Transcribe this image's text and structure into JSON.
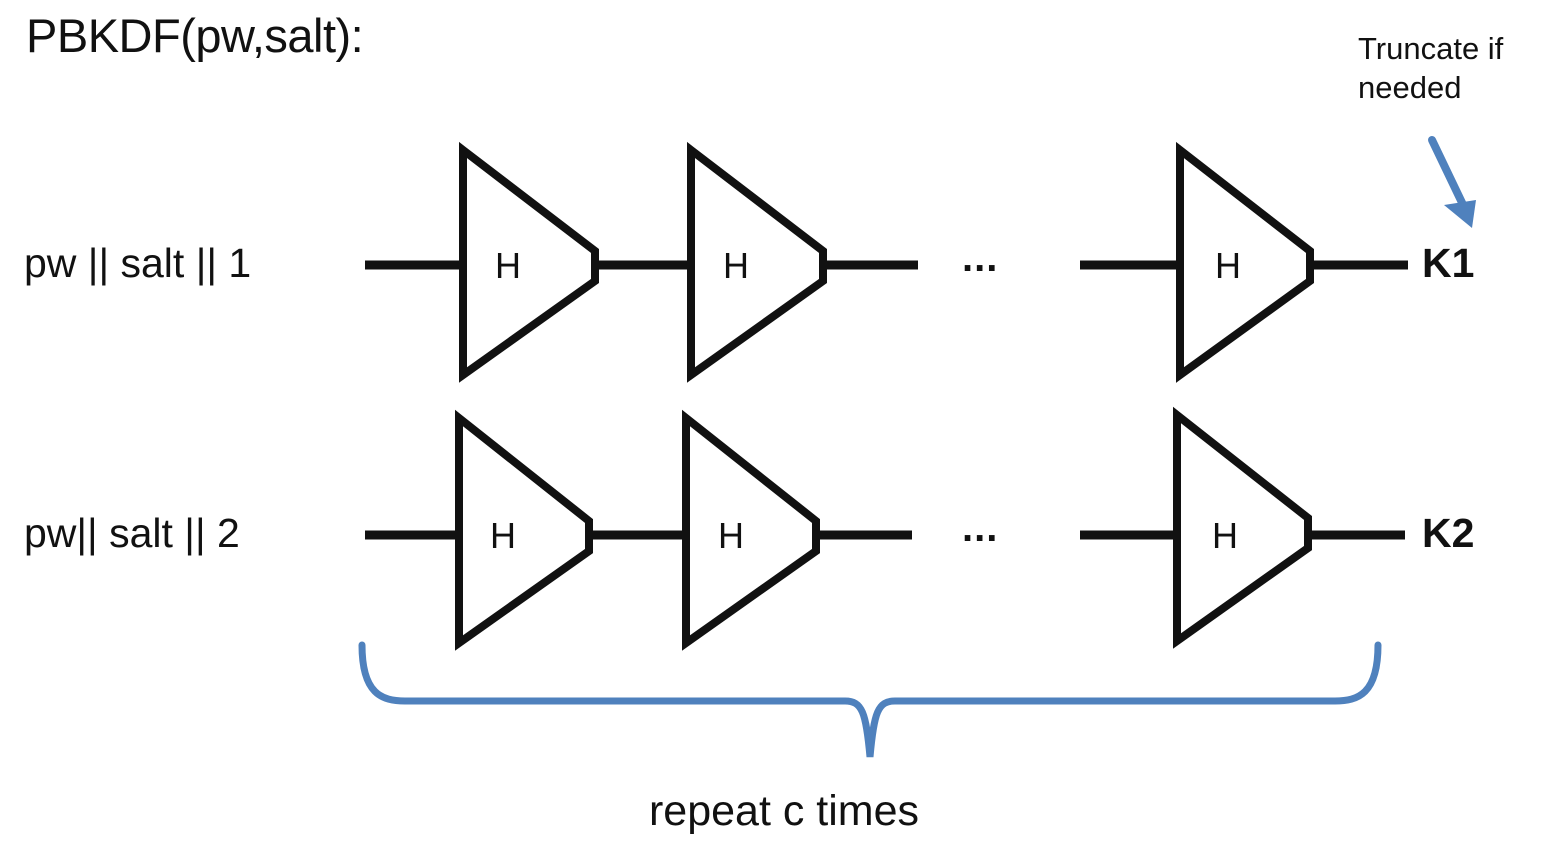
{
  "title": "PBKDF(pw,salt):",
  "colors": {
    "stroke": "#111111",
    "text": "#111111",
    "accent_blue": "#4f81bd",
    "background": "#ffffff"
  },
  "rows": [
    {
      "input_label": "pw || salt || 1",
      "output_label": "K1",
      "ellipsis": "...",
      "hash_blocks": [
        {
          "label": "H"
        },
        {
          "label": "H"
        },
        {
          "label": "H"
        }
      ]
    },
    {
      "input_label": "pw|| salt || 2",
      "output_label": "K2",
      "ellipsis": "...",
      "hash_blocks": [
        {
          "label": "H"
        },
        {
          "label": "H"
        },
        {
          "label": "H"
        }
      ]
    }
  ],
  "annotations": {
    "truncate_note": "Truncate if\nneeded",
    "repeat_caption": "repeat c times"
  },
  "icons": {
    "truncate_arrow": "arrow-down-right-icon",
    "repeat_brace": "curly-brace-down-icon",
    "hash_shape": "trapezoid-compression-icon"
  }
}
